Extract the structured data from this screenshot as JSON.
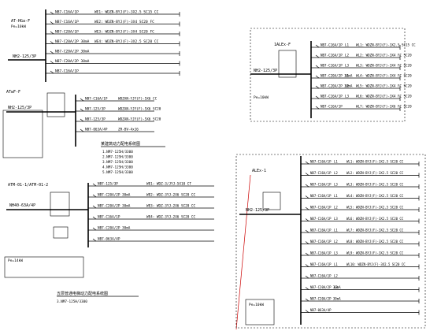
{
  "diagram": {
    "panel_a": {
      "tag": "AT-HGa-F",
      "subtag": "Pe=10kW",
      "incoming": "NH2-125/3P",
      "feeders": [
        {
          "breaker": "NB7-C16A/1P",
          "cable": "WE1: WDZN-BYJ(F)-3X2.5 SC15 CC"
        },
        {
          "breaker": "NB7-C16A/1P",
          "cable": "WE2: WDZN-BYJ(F)-3X4 SC20 FC"
        },
        {
          "breaker": "NB7-C20A/1P",
          "cable": "WE3: WDZN-BYJ(F)-3X4 SC20 FC"
        },
        {
          "breaker": "NB7-C20A/2P 30mA",
          "cable": "WE4: WDZN-BYJ(F)-3X2.5 SC20 CC"
        },
        {
          "breaker": "NB7-C20A/2P 30mA",
          "cable": ""
        },
        {
          "breaker": "NB7-C20A/2P 30mA",
          "cable": ""
        },
        {
          "breaker": "NB7-C16A/1P",
          "cable": ""
        }
      ]
    },
    "panel_b": {
      "tag": "1ALEx-F",
      "incoming": "NH2-125/3P",
      "meter": "Pe=10kW",
      "feeders": [
        {
          "breaker": "NB7-C16A/1P",
          "id": "L1",
          "cable": "WL1: WDZN-BYJ(F)-3X2.5 SC15 CC"
        },
        {
          "breaker": "NB7-C16A/1P",
          "id": "L2",
          "cable": "WL2: WDZN-BYJ(F)-3X4 FC SC20"
        },
        {
          "breaker": "NB7-C16A/1P",
          "id": "L3",
          "cable": "WL3: WDZN-BYJ(F)-3X4 FC SC20"
        },
        {
          "breaker": "NB7-C20A/2P 30mA",
          "id": "L1",
          "cable": "WL4: WDZN-BYJ(F)-3X4 FC SC20"
        },
        {
          "breaker": "NB7-C20A/2P 30mA",
          "id": "L2",
          "cable": "WL5: WDZN-BYJ(F)-3X4 FC SC20"
        },
        {
          "breaker": "NB7-C16A/1P",
          "id": "L3",
          "cable": "WL6: WDZN-BYJ(F)-3X4 FC SC20"
        },
        {
          "breaker": "NB7-C16A/1P",
          "id": "",
          "cable": "WL7: WDZN-BYJ(F)-3X6 FC SC20"
        }
      ]
    },
    "panel_c": {
      "tag": "ATwF-F",
      "incoming": "NH2-125/3P",
      "feeders": [
        {
          "breaker": "NB7-C16A/1P",
          "cable": "WDZAN-YJY(F)-5X6 CC"
        },
        {
          "breaker": "NB7-125/3P",
          "cable": "WDZAN-YJY(F)-5X6 SC20"
        },
        {
          "breaker": "NB7-125/3P",
          "cable": "WDZAN-YJY(F)-5X6 SC20"
        },
        {
          "breaker": "NB7-063A/4P",
          "cable": "ZR-BV-4x16"
        }
      ],
      "title": "某建筑动力配电系统图",
      "notes": [
        "1.NM7-125H/3300",
        "2.NM7-125H/3300",
        "3.NM7-125H/3300",
        "4.NM7-125H/3300",
        "5.NM7-125H/3300"
      ]
    },
    "panel_d": {
      "tag": "ATM-01-1/ATM-01-2",
      "incoming": "NH40-63A/4P",
      "feeders": [
        {
          "breaker": "NB7-125/3P",
          "cable": "WE1: WDZ-3/JYJ-5X10 CT"
        },
        {
          "breaker": "NB7-C20A/2P 30mA",
          "cable": "WE2: WDZ-3YJ-2X6 SC20 CC"
        },
        {
          "breaker": "NB7-C20A/2P 30mA",
          "cable": "WE3: WDZ-3YJ-2X6 SC20 CC"
        },
        {
          "breaker": "NB7-C16A/1P",
          "cable": "WE4: WDZ-3YJ-2X6 SC20 CC"
        },
        {
          "breaker": "NB7-C20A/2P 30mA",
          "cable": ""
        },
        {
          "breaker": "NB7-063A/4P",
          "cable": ""
        }
      ],
      "meter": "Pe=14kW",
      "title": "五层普通电梯动力配电系统图",
      "notes": [
        "3.NM7-125H/3300"
      ]
    },
    "panel_e": {
      "tag": "ALEx-1",
      "incoming": "NH2-125/3P",
      "meter": "Pe=10kW",
      "feeders": [
        {
          "breaker": "NB7-C16A/1P",
          "id": "L1",
          "cable": "WL1: WDZN-BYJ(F)-3X2.5 SC20 CC"
        },
        {
          "breaker": "NB7-C16A/1P",
          "id": "L2",
          "cable": "WL2: WDZN-BYJ(F)-3X2.5 SC20 CC"
        },
        {
          "breaker": "NB7-C16A/1P",
          "id": "L3",
          "cable": "WL3: WDZN-BYJ(F)-3X2.5 SC20 CC"
        },
        {
          "breaker": "NB7-C16A/1P",
          "id": "L1",
          "cable": "WL4: WDZN-BYJ(F)-3X2.5 SC20 CC"
        },
        {
          "breaker": "NB7-C16A/1P",
          "id": "L2",
          "cable": "WL5: WDZN-BYJ(F)-3X2.5 SC20 CC"
        },
        {
          "breaker": "NB7-C16A/1P",
          "id": "L3",
          "cable": "WL6: WDZN-BYJ(F)-3X2.5 SC20 CC"
        },
        {
          "breaker": "NB7-C16A/1P",
          "id": "L1",
          "cable": "WL7: WDZN-BYJ(F)-3X2.5 SC20 CC"
        },
        {
          "breaker": "NB7-C16A/1P",
          "id": "L2",
          "cable": "WL8: WDZN-BYJ(F)-3X2.5 SC20 CC"
        },
        {
          "breaker": "NB7-C16A/1P",
          "id": "L3",
          "cable": "WL9: WDZN-BYJ(F)-3X2.5 SC20 CC"
        },
        {
          "breaker": "NB7-C16A/1P",
          "id": "L1",
          "cable": "WL10: WDZN-BYJ(F)-3X2.5 SC20 CC"
        },
        {
          "breaker": "NB7-C16A/1P",
          "id": "L2",
          "cable": ""
        },
        {
          "breaker": "NB7-C20A/2P 30mA",
          "id": "L3",
          "cable": ""
        },
        {
          "breaker": "NB7-C20A/2P 30mA",
          "id": "",
          "cable": ""
        },
        {
          "breaker": "NB7-063A/4P",
          "id": "",
          "cable": ""
        }
      ]
    }
  }
}
